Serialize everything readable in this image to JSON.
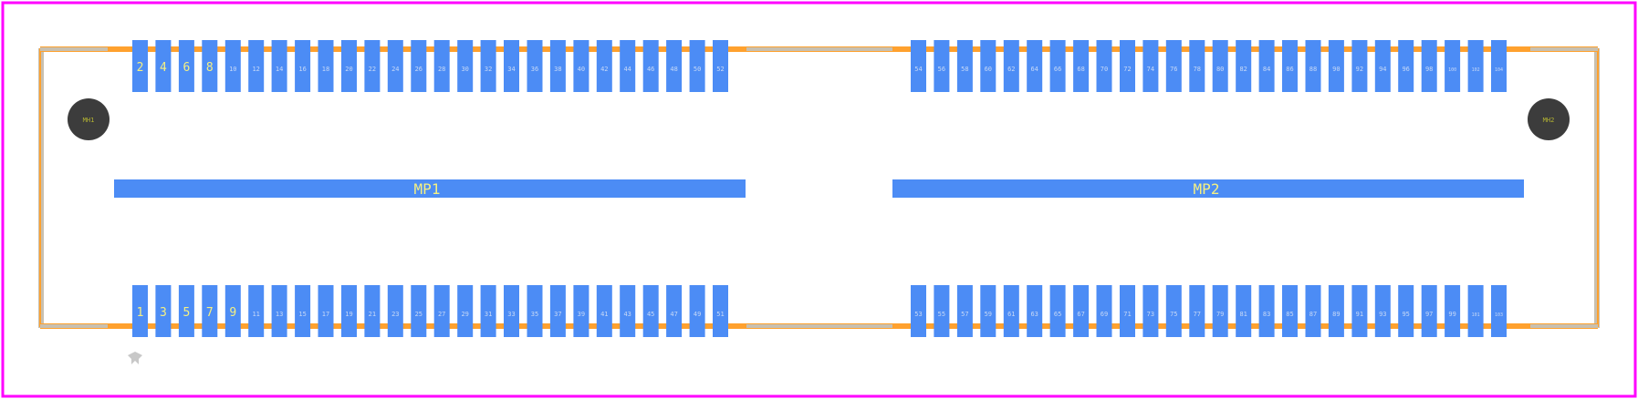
{
  "colors": {
    "background": "#ffffff",
    "border": "#ff00ff",
    "outline": "#ffa12e",
    "outline_inner": "#c8c0b0",
    "pad": "#4c8cf5",
    "label": "#f5f082",
    "mount_hole": "#3c3c3c",
    "hole_label": "#b4b432"
  },
  "pin1_marker": "pin1-marker-icon",
  "mounting_holes": [
    {
      "label": "MH1"
    },
    {
      "label": "MH2"
    }
  ],
  "mounting_pads": [
    {
      "label": "MP1"
    },
    {
      "label": "MP2"
    }
  ],
  "top_left_pins": [
    "2",
    "4",
    "6",
    "8",
    "10",
    "12",
    "14",
    "16",
    "18",
    "20",
    "22",
    "24",
    "26",
    "28",
    "30",
    "32",
    "34",
    "36",
    "38",
    "40",
    "42",
    "44",
    "46",
    "48",
    "50",
    "52"
  ],
  "top_right_pins": [
    "54",
    "56",
    "58",
    "60",
    "62",
    "64",
    "66",
    "68",
    "70",
    "72",
    "74",
    "76",
    "78",
    "80",
    "82",
    "84",
    "86",
    "88",
    "90",
    "92",
    "94",
    "96",
    "98",
    "100",
    "102",
    "104"
  ],
  "bottom_left_pins": [
    "1",
    "3",
    "5",
    "7",
    "9",
    "11",
    "13",
    "15",
    "17",
    "19",
    "21",
    "23",
    "25",
    "27",
    "29",
    "31",
    "33",
    "35",
    "37",
    "39",
    "41",
    "43",
    "45",
    "47",
    "49",
    "51"
  ],
  "bottom_right_pins": [
    "53",
    "55",
    "57",
    "59",
    "61",
    "63",
    "65",
    "67",
    "69",
    "71",
    "73",
    "75",
    "77",
    "79",
    "81",
    "83",
    "85",
    "87",
    "89",
    "91",
    "93",
    "95",
    "97",
    "99",
    "101",
    "103"
  ]
}
